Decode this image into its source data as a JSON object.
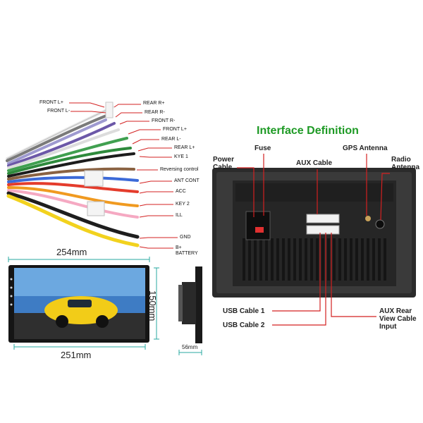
{
  "wire_labels_left": [
    "FRONT L+",
    "FRONT L-"
  ],
  "wire_labels_right": [
    "REAR R+",
    "REAR R-",
    "FRONT R-",
    "FRONT L+",
    "REAR L-",
    "REAR L+",
    "KYE 1",
    "Reversing control",
    "ANT CONT",
    "ACC",
    "KEY 2",
    "ILL",
    "GND",
    "B+ BATTERY"
  ],
  "interface": {
    "title": "Interface Definition",
    "power_cable": "Power Cable",
    "fuse": "Fuse",
    "aux_cable": "AUX Cable",
    "gps_antenna": "GPS Antenna",
    "radio_antenna": "Radio Antenna",
    "usb_cable_1": "USB Cable 1",
    "usb_cable_2": "USB Cable 2",
    "aux_rear": "AUX Rear View Cable Input"
  },
  "dimensions": {
    "top_width": "254mm",
    "bottom_width": "251mm",
    "height": "150mm",
    "depth": "56mm"
  },
  "colors": {
    "title_green": "#1e9a25",
    "callout_red": "#d32020",
    "dimension_teal": "#2aa8a0"
  }
}
